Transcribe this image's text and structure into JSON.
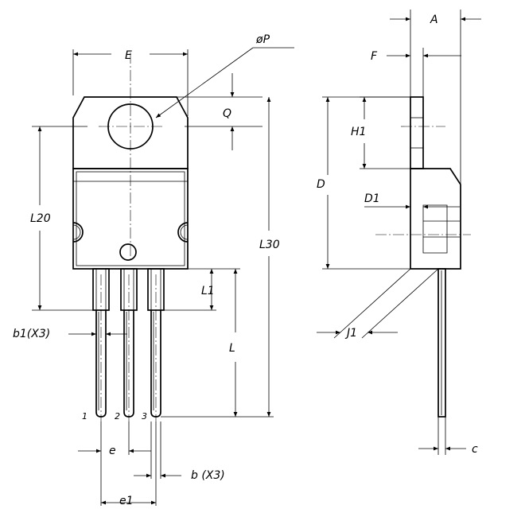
{
  "front_view": {
    "labels": {
      "E": "E",
      "P": "øP",
      "Q": "Q",
      "L20": "L20",
      "L30": "L30",
      "L1": "L1",
      "L": "L",
      "b1": "b1(X3)",
      "e": "e",
      "e1": "e1",
      "b": "b  (X3)"
    },
    "pins": [
      "1",
      "2",
      "3"
    ]
  },
  "side_view": {
    "labels": {
      "A": "A",
      "F": "F",
      "H1": "H1",
      "D": "D",
      "D1": "D1",
      "J1": "J1",
      "c": "c"
    }
  }
}
